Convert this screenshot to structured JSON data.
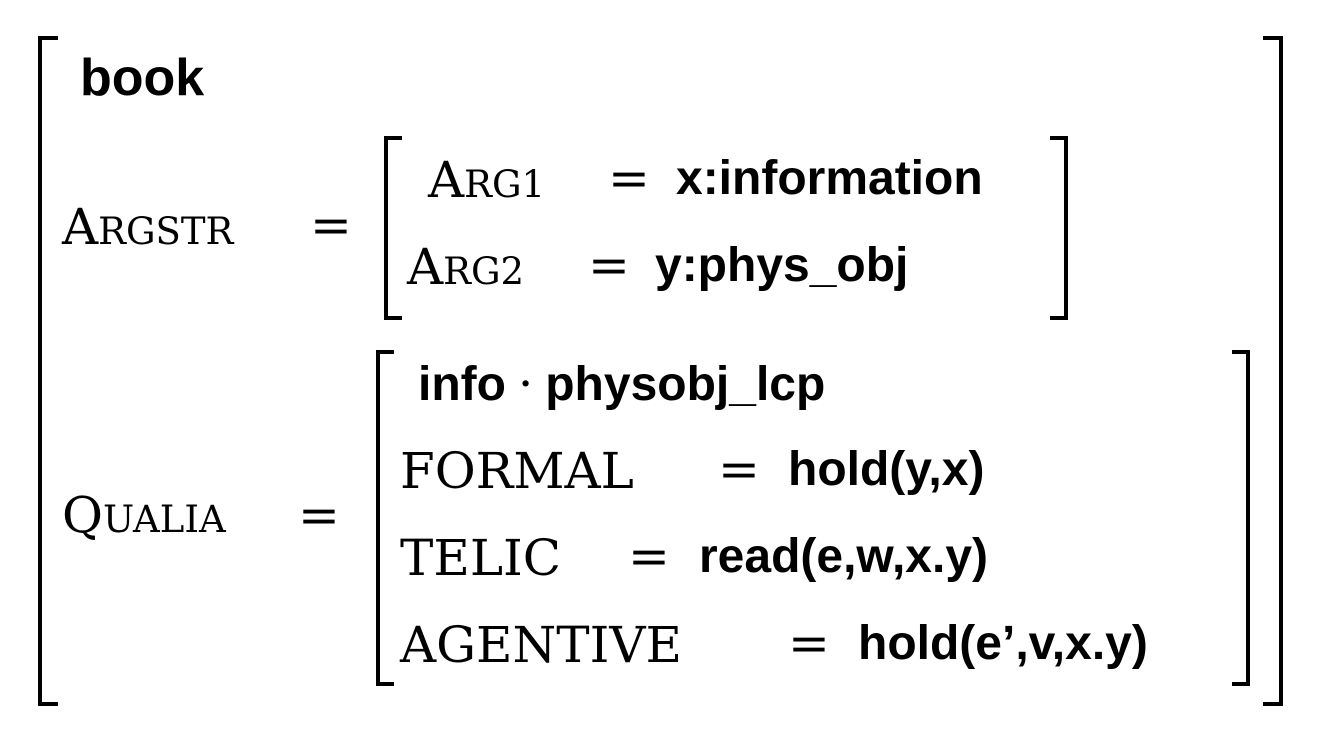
{
  "type_name": "book",
  "argstr": {
    "label_first": "A",
    "label_rest": "RGSTR",
    "arg1_first": "A",
    "arg1_rest": "RG1",
    "arg1_value": "x:information",
    "arg2_first": "A",
    "arg2_rest": "RG2",
    "arg2_value": "y:phys_obj"
  },
  "qualia": {
    "label_first": "Q",
    "label_rest": "UALIA",
    "type_left": "info",
    "dot": "·",
    "type_right": "physobj_lcp",
    "formal_label": "FORMAL",
    "formal_value": "hold(y,x)",
    "telic_label": "TELIC",
    "telic_value": "read(e,w,x.y)",
    "agentive_label": "AGENTIVE",
    "agentive_value": "hold(e’,v,x.y)"
  },
  "equals": "="
}
